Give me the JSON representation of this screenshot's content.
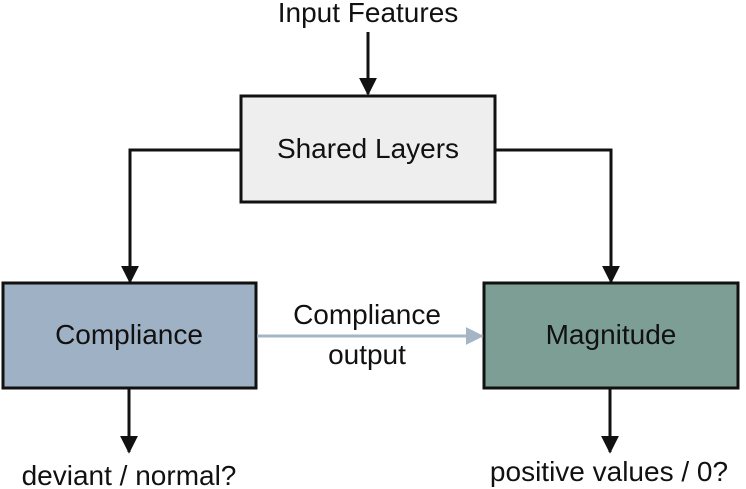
{
  "title": "Input Features",
  "nodes": {
    "shared": {
      "label": "Shared Layers",
      "color": "#eeeeee"
    },
    "compliance": {
      "label": "Compliance",
      "color": "#9fb1c4"
    },
    "magnitude": {
      "label": "Magnitude",
      "color": "#7d9e94"
    }
  },
  "edges": {
    "compliance_to_magnitude": {
      "label_line1": "Compliance",
      "label_line2": "output",
      "color": "#a4b5c6"
    }
  },
  "outputs": {
    "compliance": "deviant / normal?",
    "magnitude": "positive values / 0?"
  },
  "colors": {
    "line": "#111111"
  }
}
